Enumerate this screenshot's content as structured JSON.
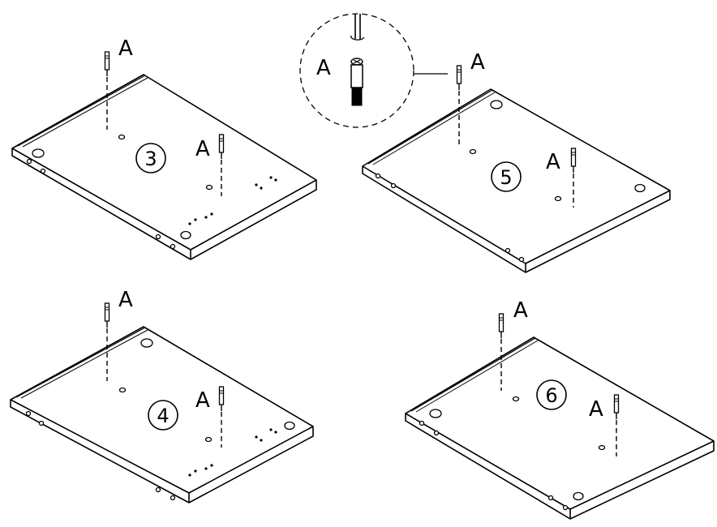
{
  "part_label": "A",
  "panels": [
    {
      "id": "panel-3",
      "step": "3"
    },
    {
      "id": "panel-5",
      "step": "5"
    },
    {
      "id": "panel-4",
      "step": "4"
    },
    {
      "id": "panel-6",
      "step": "6"
    }
  ],
  "detail_callout": {
    "label": "A"
  },
  "colors": {
    "line": "#000000",
    "background": "#ffffff"
  }
}
